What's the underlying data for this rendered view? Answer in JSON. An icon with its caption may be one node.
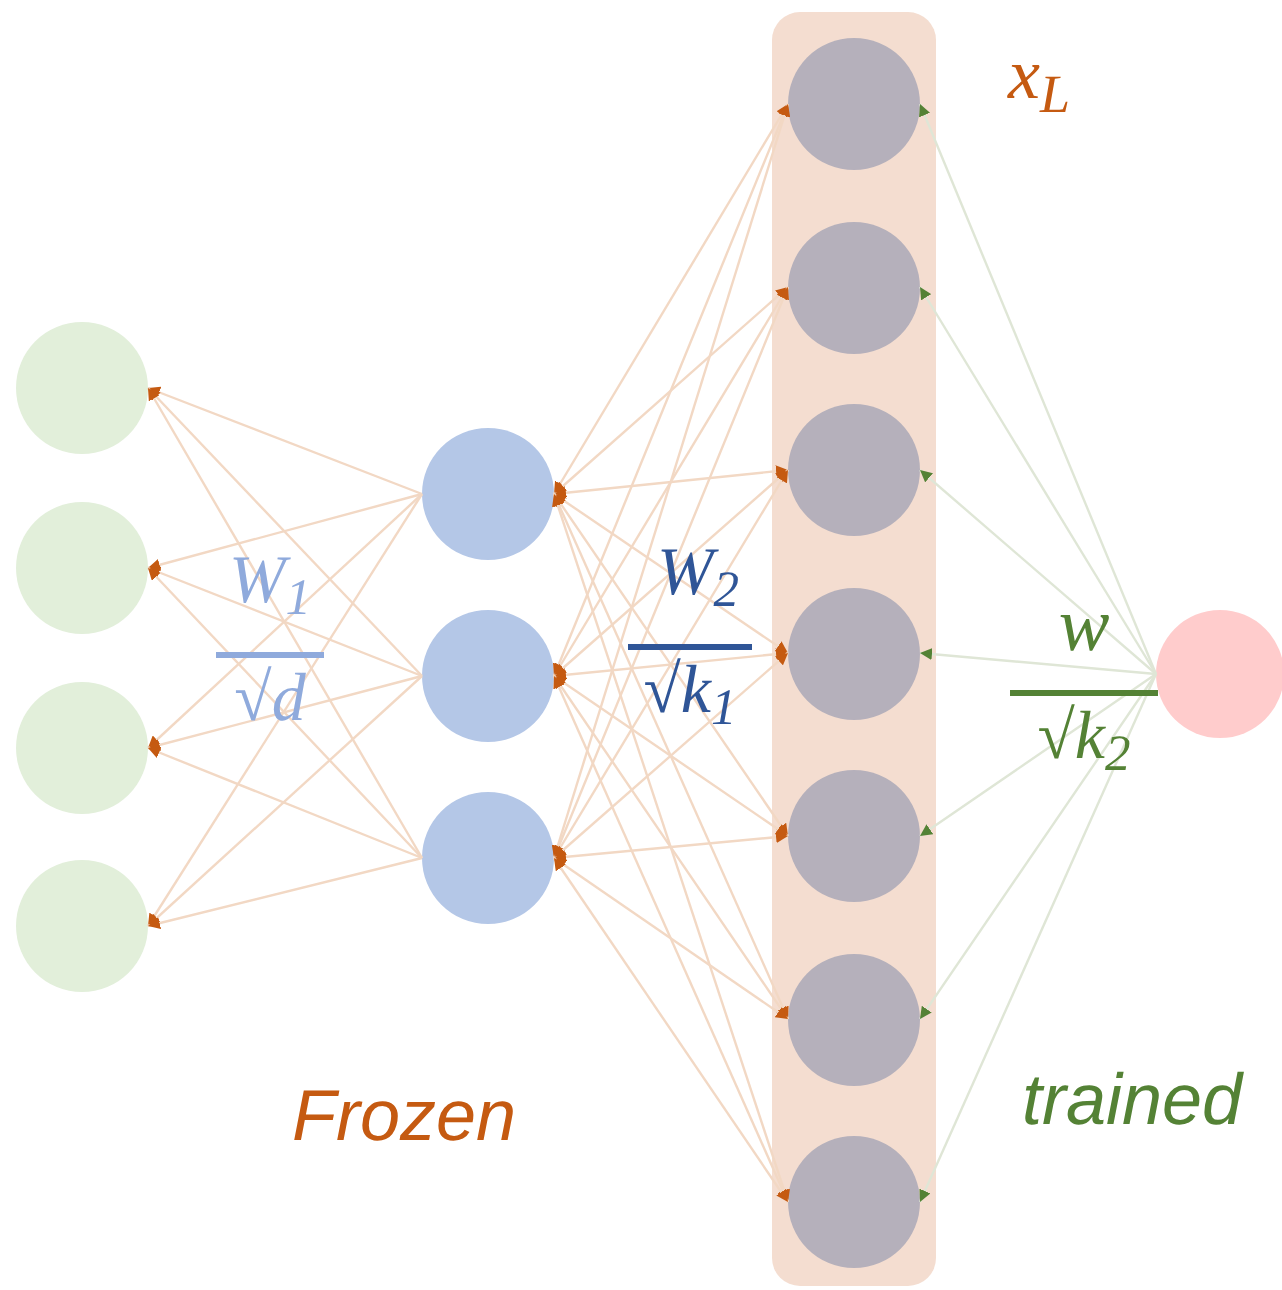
{
  "diagram": {
    "nodes": [
      {
        "text": [],
        "shape": "circle"
      },
      {
        "text": [],
        "shape": "circle"
      },
      {
        "text": [],
        "shape": "circle"
      },
      {
        "text": [],
        "shape": "circle"
      },
      {
        "text": [],
        "shape": "circle"
      },
      {
        "text": [],
        "shape": "circle"
      },
      {
        "text": [],
        "shape": "circle"
      },
      {
        "text": [
          "x$_{L}$"
        ]
      },
      {
        "text": [],
        "shape": "circle",
        "in": 7
      },
      {
        "text": [],
        "shape": "circle",
        "in": 7
      },
      {
        "text": [],
        "shape": "circle",
        "in": 7
      },
      {
        "text": [],
        "shape": "circle",
        "in": 7
      },
      {
        "text": [],
        "shape": "circle",
        "in": 7
      },
      {
        "text": [],
        "shape": "circle",
        "in": 7
      },
      {
        "text": [],
        "shape": "circle",
        "in": 7
      },
      {
        "text": [],
        "shape": "circle"
      }
    ],
    "edges": [
      {
        "from": 4,
        "to": 0,
        "arrow": "to"
      },
      {
        "from": 4,
        "to": 1,
        "arrow": "to"
      },
      {
        "from": 4,
        "to": 2,
        "arrow": "to"
      },
      {
        "from": 4,
        "to": 3,
        "arrow": "to"
      },
      {
        "from": 5,
        "to": 0,
        "arrow": "to"
      },
      {
        "from": 5,
        "to": 1,
        "arrow": "to"
      },
      {
        "from": 5,
        "to": 2,
        "arrow": "to"
      },
      {
        "from": 5,
        "to": 3,
        "arrow": "to"
      },
      {
        "from": 6,
        "to": 0,
        "arrow": "to"
      },
      {
        "from": 6,
        "to": 1,
        "arrow": "to"
      },
      {
        "from": 6,
        "to": 2,
        "arrow": "to"
      },
      {
        "from": 6,
        "to": 3,
        "arrow": "to"
      },
      {
        "from": 4,
        "to": 8,
        "arrow": "both"
      },
      {
        "from": 4,
        "to": 9,
        "arrow": "both"
      },
      {
        "from": 4,
        "to": 10,
        "arrow": "both"
      },
      {
        "from": 4,
        "to": 11,
        "arrow": "both"
      },
      {
        "from": 4,
        "to": 12,
        "arrow": "both"
      },
      {
        "from": 4,
        "to": 13,
        "arrow": "both"
      },
      {
        "from": 4,
        "to": 14,
        "arrow": "both"
      },
      {
        "from": 5,
        "to": 8,
        "arrow": "both"
      },
      {
        "from": 5,
        "to": 9,
        "arrow": "both"
      },
      {
        "from": 5,
        "to": 10,
        "arrow": "both"
      },
      {
        "from": 5,
        "to": 11,
        "arrow": "both"
      },
      {
        "from": 5,
        "to": 12,
        "arrow": "both"
      },
      {
        "from": 5,
        "to": 13,
        "arrow": "both"
      },
      {
        "from": 5,
        "to": 14,
        "arrow": "both"
      },
      {
        "from": 6,
        "to": 8,
        "arrow": "both"
      },
      {
        "from": 6,
        "to": 9,
        "arrow": "both"
      },
      {
        "from": 6,
        "to": 10,
        "arrow": "both"
      },
      {
        "from": 6,
        "to": 11,
        "arrow": "both"
      },
      {
        "from": 6,
        "to": 12,
        "arrow": "both"
      },
      {
        "from": 6,
        "to": 13,
        "arrow": "both"
      },
      {
        "from": 6,
        "to": 14,
        "arrow": "both"
      },
      {
        "from": 15,
        "to": 8,
        "arrow": "to",
        "color": "#dfe6d6"
      },
      {
        "from": 15,
        "to": 9,
        "arrow": "to",
        "color": "#dfe6d6"
      },
      {
        "from": 15,
        "to": 10,
        "arrow": "to",
        "color": "#dfe6d6"
      },
      {
        "from": 15,
        "to": 11,
        "arrow": "to",
        "color": "#dfe6d6"
      },
      {
        "from": 15,
        "to": 12,
        "arrow": "to",
        "color": "#dfe6d6"
      },
      {
        "from": 15,
        "to": 13,
        "arrow": "to",
        "color": "#dfe6d6"
      },
      {
        "from": 15,
        "to": 14,
        "arrow": "to",
        "color": "#dfe6d6"
      }
    ],
    "labels": [
      "W$_{1}$",
      "√d",
      "W$_{2}$",
      "√k$_{1}$",
      "w",
      "√k$_{2}$",
      "Frozen",
      "trained"
    ]
  }
}
